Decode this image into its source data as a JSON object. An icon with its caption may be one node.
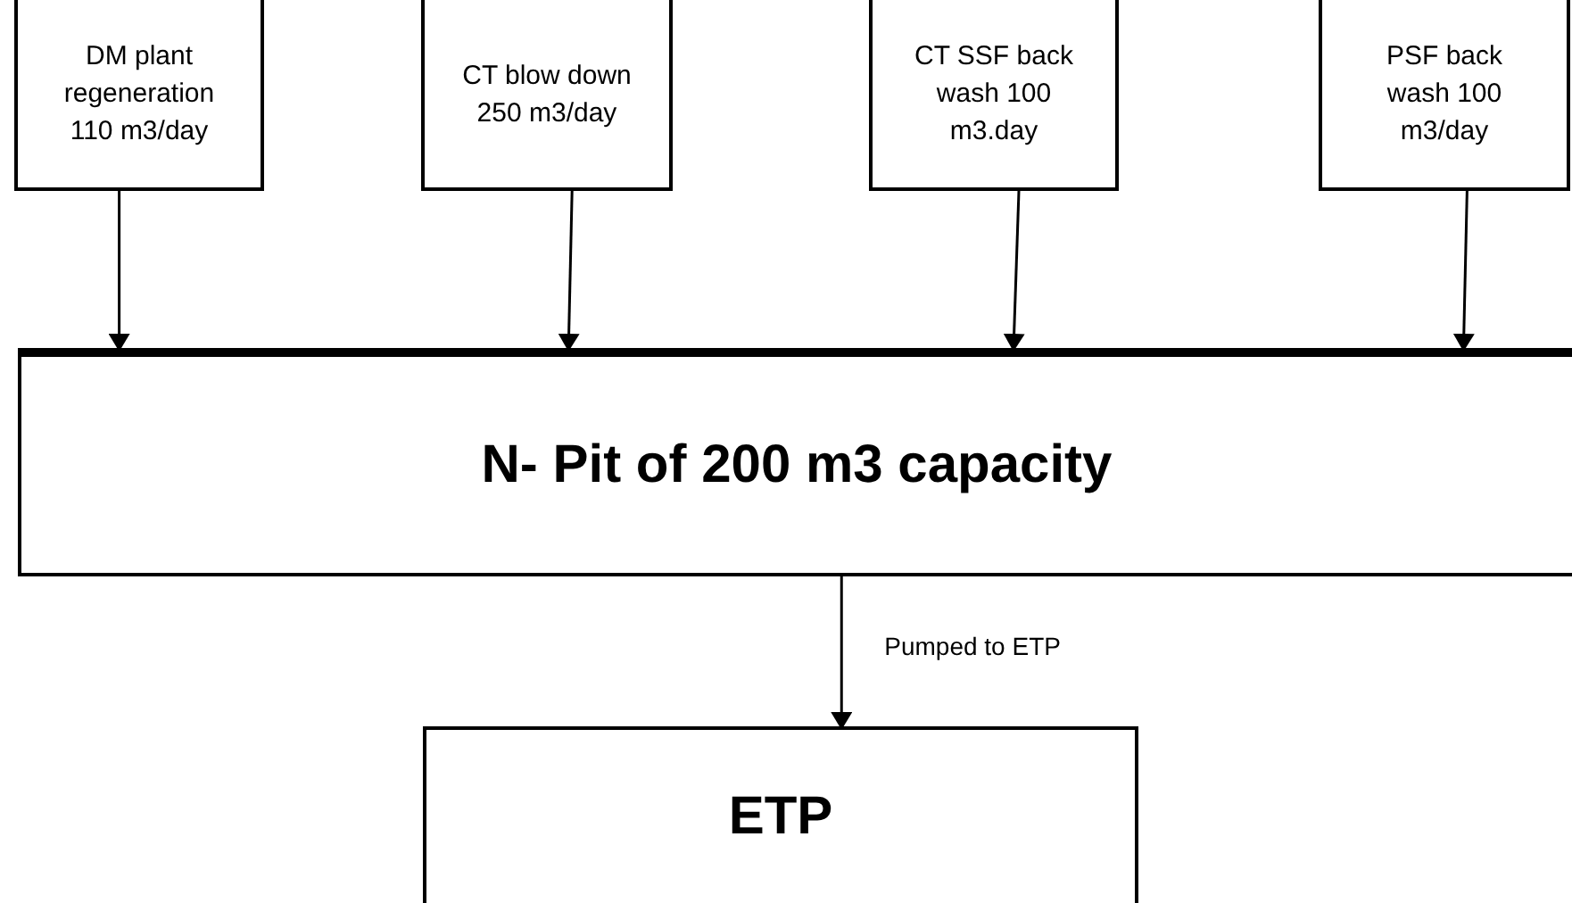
{
  "diagram": {
    "nodes": [
      {
        "text": [
          "DM plant regeneration 110 m3/day"
        ]
      },
      {
        "text": [
          "CT blow down 250 m3/day"
        ]
      },
      {
        "text": [
          "CT SSF back wash 100 m3.day"
        ]
      },
      {
        "text": [
          "PSF back wash 100 m3/day"
        ]
      },
      {
        "text": [
          "N- Pit of 200 m3 capacity"
        ]
      },
      {
        "text": [
          "ETP"
        ]
      }
    ],
    "edges": [
      {
        "from": 0,
        "to": 4,
        "arrow": "to"
      },
      {
        "from": 1,
        "to": 4,
        "arrow": "to"
      },
      {
        "from": 2,
        "to": 4,
        "arrow": "to"
      },
      {
        "from": 3,
        "to": 4,
        "arrow": "to"
      },
      {
        "from": 4,
        "to": 5,
        "arrow": "to",
        "label": "Pumped to ETP"
      }
    ]
  }
}
